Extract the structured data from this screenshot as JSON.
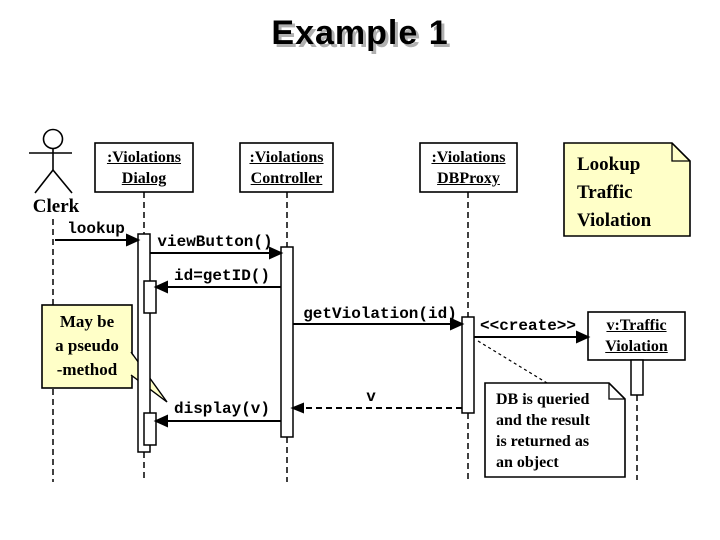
{
  "title": "Example 1",
  "actor": {
    "label": "Clerk"
  },
  "lifelines": [
    {
      "name": "violations-dialog",
      "line1": ":Violations",
      "line2": "Dialog"
    },
    {
      "name": "violations-controller",
      "line1": ":Violations",
      "line2": "Controller"
    },
    {
      "name": "violations-dbproxy",
      "line1": ":Violations",
      "line2": "DBProxy"
    },
    {
      "name": "v-traffic-violation",
      "line1": "v:Traffic",
      "line2": "Violation"
    }
  ],
  "messages": [
    {
      "name": "lookup",
      "label": "lookup",
      "kind": "sync"
    },
    {
      "name": "view-button",
      "label": "viewButton()",
      "kind": "sync"
    },
    {
      "name": "get-id",
      "label": "id=getID()",
      "kind": "sync"
    },
    {
      "name": "get-violation",
      "label": "getViolation(id)",
      "kind": "sync"
    },
    {
      "name": "create",
      "label": "<<create>>",
      "kind": "create"
    },
    {
      "name": "return-v",
      "label": "v",
      "kind": "return"
    },
    {
      "name": "display-v",
      "label": "display(v)",
      "kind": "sync"
    }
  ],
  "notes": {
    "lookup_note": {
      "lines": [
        "Lookup",
        "Traffic",
        "Violation"
      ]
    },
    "pseudo_note": {
      "lines": [
        "May be",
        "a pseudo",
        "-method"
      ]
    },
    "db_note": {
      "lines": [
        "DB is queried",
        "and the result",
        "is returned as",
        "an object"
      ]
    }
  },
  "colors": {
    "note_yellow": "#FFFFC8",
    "note_white": "#FFFFFF",
    "ink": "#000000"
  }
}
